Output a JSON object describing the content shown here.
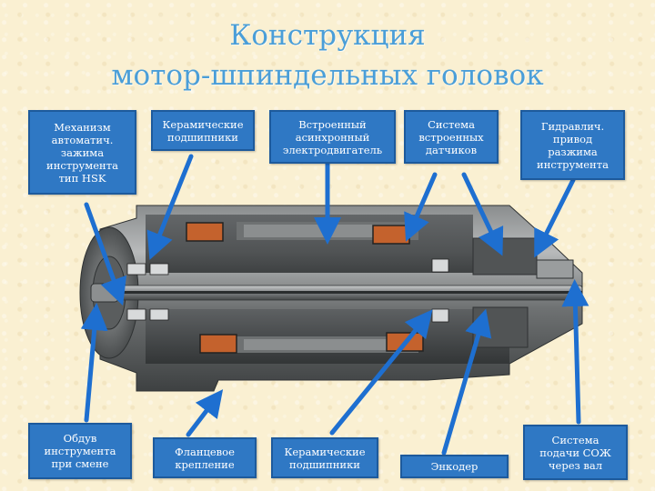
{
  "title": {
    "line1": "Конструкция",
    "line2": "мотор-шпиндельных головок"
  },
  "labels": {
    "clamp": [
      "Механизм",
      "автоматич.",
      "зажима",
      "инструмента",
      "тип HSK"
    ],
    "ceramic_top": [
      "Керамические",
      "подшипники"
    ],
    "motor": [
      "Встроенный",
      "асинхронный",
      "электродвигатель"
    ],
    "sensors": [
      "Система",
      "встроенных",
      "датчиков"
    ],
    "hydraulic": [
      "Гидравлич.",
      "привод",
      "разжима",
      "инструмента"
    ],
    "blowout": [
      "Обдув",
      "инструмента",
      "при смене"
    ],
    "flange": [
      "Фланцевое",
      "крепление"
    ],
    "ceramic_bottom": [
      "Керамические",
      "подшипники"
    ],
    "encoder": [
      "Энкодер"
    ],
    "coolant": [
      "Система",
      "подачи СОЖ",
      "через вал"
    ]
  },
  "colors": {
    "title": "#4a9ed8",
    "label_fill": "#2f78c4",
    "arrow": "#1e6fd0",
    "background": "#faf0d2"
  }
}
